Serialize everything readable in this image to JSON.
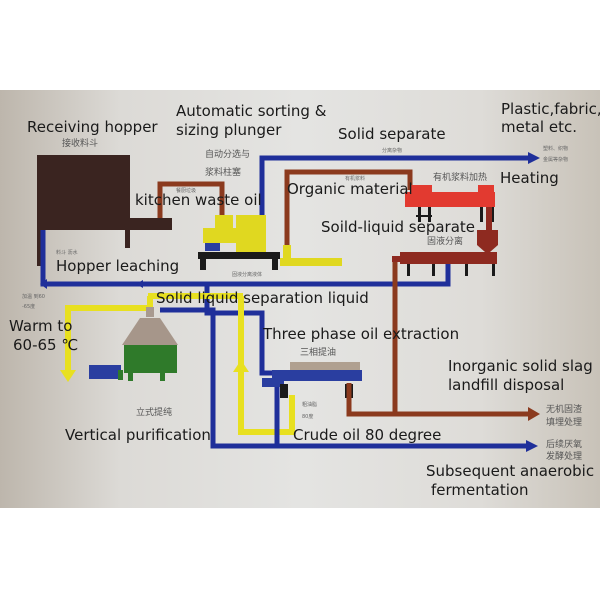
{
  "diagram": {
    "title": "Kitchen waste oil processing flow",
    "colors": {
      "blue": "#1f2f9a",
      "brown": "#8b3a1e",
      "yellow": "#e8e020",
      "red": "#e23a30",
      "dark_red": "#8e2a20",
      "green": "#2f7a2a",
      "hopper": "#3a2420"
    },
    "labels": {
      "receiving_hopper": "Receiving hopper",
      "receiving_hopper_cn": "接收料斗",
      "sorting_line1": "Automatic sorting &",
      "sorting_line2": "sizing plunger",
      "sorting_cn1": "自动分选与",
      "sorting_cn2": "浆料柱塞",
      "kitchen_waste_oil": "kitchen waste oil",
      "kitchen_waste_oil_cn": "餐厨垃圾",
      "solid_separate": "Solid separate",
      "solid_separate_cn": "分离杂物",
      "plastic_line1": "Plastic,fabric,",
      "plastic_line2": "metal etc.",
      "plastic_cn1": "塑料、织物",
      "plastic_cn2": "金属等杂物",
      "organic_material": "Organic material",
      "organic_material_cn": "有机浆料",
      "heating": "Heating",
      "heating_cn": "有机浆料加热",
      "solid_liquid_separate": "Soild-liquid separate",
      "solid_liquid_separate_cn": "固液分离",
      "hopper_leaching": "Hopper leaching",
      "hopper_leaching_cn": "料斗 沥水",
      "solid_liquid_liquid": "Solid liquid separation liquid",
      "solid_liquid_liquid_cn": "固液分离液体",
      "warm_line1": "Warm to",
      "warm_line2": "60-65 ℃",
      "warm_cn1": "加温 到60",
      "warm_cn2": "-65度",
      "three_phase": "Three phase oil extraction",
      "three_phase_cn": "三相提油",
      "inorganic_line1": "Inorganic solid slag",
      "inorganic_line2": "landfill disposal",
      "inorganic_cn1": "无机固渣",
      "inorganic_cn2": "填埋处理",
      "vertical_purification": "Vertical purification",
      "vertical_purification_cn": "立式提纯",
      "crude_oil": "Crude oil 80 degree",
      "crude_oil_cn1": "粗油脂",
      "crude_oil_cn2": "80度",
      "anaerobic_line1": "Subsequent anaerobic",
      "anaerobic_line2": "fermentation",
      "anaerobic_cn1": "后续厌氧",
      "anaerobic_cn2": "发酵处理"
    }
  }
}
